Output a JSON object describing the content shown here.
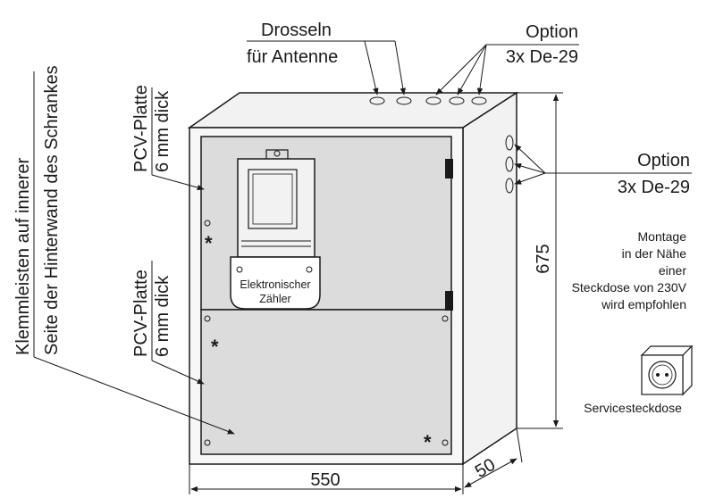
{
  "labels": {
    "rotated_left_line1": "Klemmleisten auf innerer",
    "rotated_left_line2": "Seite der Hinterwand des Schrankes",
    "pcv_top_line1": "PCV-Platte",
    "pcv_top_line2": "6 mm dick",
    "pcv_bottom_line1": "PCV-Platte",
    "pcv_bottom_line2": "6 mm dick",
    "drosseln_line1": "Drosseln",
    "drosseln_line2": "für Antenne",
    "option_top_line1": "Option",
    "option_top_line2": "3x De-29",
    "option_side_line1": "Option",
    "option_side_line2": "3x De-29",
    "meter_line1": "Elektronischer",
    "meter_line2": "Zähler",
    "note_line1": "Montage",
    "note_line2": "in der Nähe",
    "note_line3": "einer",
    "note_line4": "Steckdose von 230V",
    "note_line5": "wird empfohlen",
    "socket_label": "Servicesteckdose"
  },
  "dimensions": {
    "width": "550",
    "depth": "50",
    "height": "675"
  },
  "colors": {
    "ink": "#1a1a1a",
    "door_fill": "#dcdcdc",
    "body_fill": "#f2f2f2"
  }
}
